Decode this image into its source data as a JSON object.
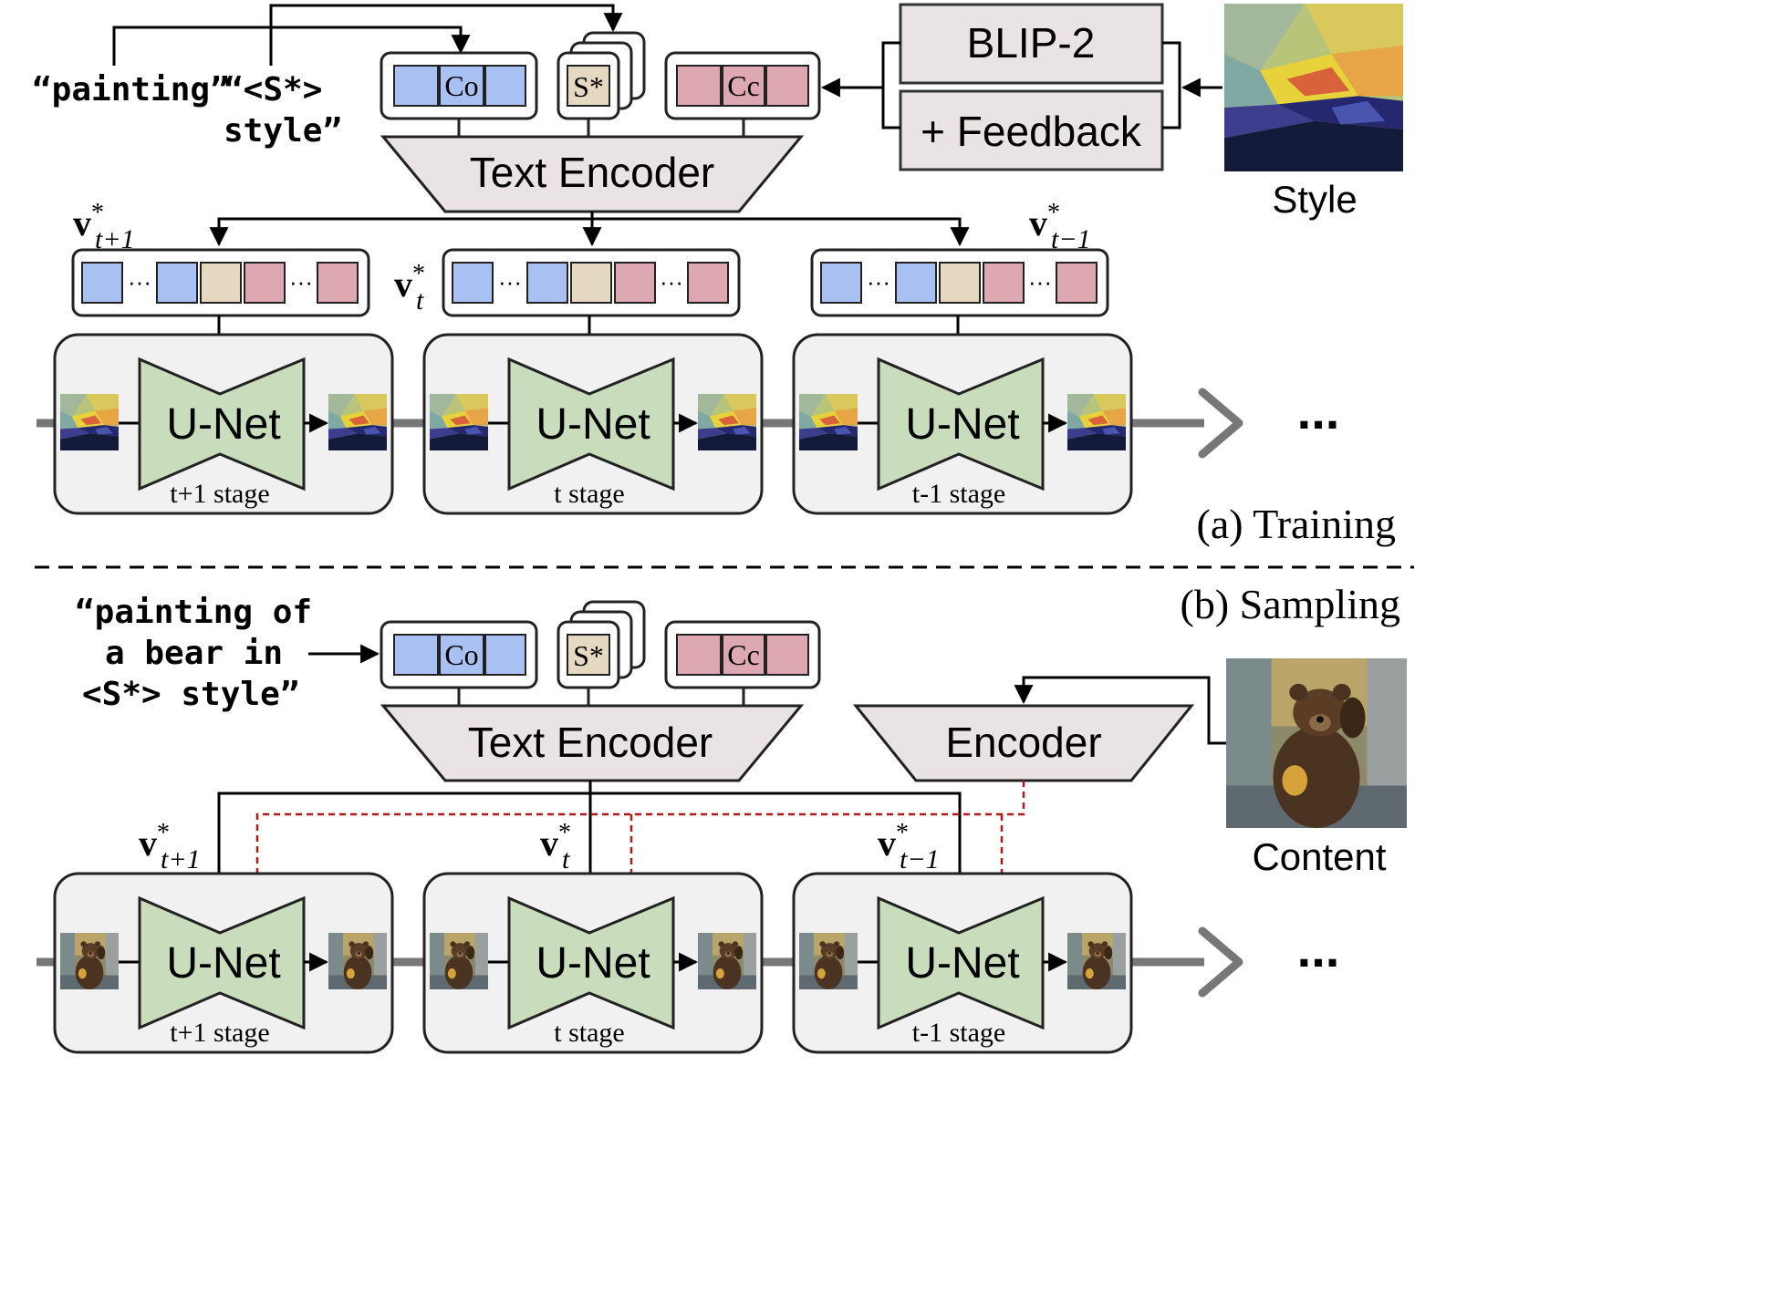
{
  "colors": {
    "blue": "#a8c1f2",
    "beige": "#e6d9c1",
    "pink": "#dea8b2",
    "unet": "#c9dcbb",
    "encoder": "#e9e3e3",
    "panel": "#f1f1f1",
    "dash_red": "#b0181a",
    "flow": "#777777"
  },
  "training": {
    "label": "(a) Training",
    "prompt_object": "“painting”",
    "prompt_style_line1": "“<S*>",
    "prompt_style_line2": "style”",
    "token_co": "Co",
    "token_s": "S*",
    "token_cc": "Cc",
    "text_encoder": "Text Encoder",
    "blip": "BLIP-2",
    "feedback": "+ Feedback",
    "style_caption": "Style",
    "v_next": "v*t+1",
    "v_cur": "v*t",
    "v_prev": "v*t−1",
    "unet": "U-Net",
    "stage_next": "t+1 stage",
    "stage_cur": "t  stage",
    "stage_prev": "t-1 stage",
    "dots": "···",
    "ellipsis": "..."
  },
  "sampling": {
    "label": "(b) Sampling",
    "prompt_line1": "“painting of",
    "prompt_line2": "a bear in",
    "prompt_line3": "<S*> style”",
    "token_co": "Co",
    "token_s": "S*",
    "token_cc": "Cc",
    "text_encoder": "Text Encoder",
    "encoder": "Encoder",
    "content_caption": "Content",
    "v_next": "v*t+1",
    "v_cur": "v*t",
    "v_prev": "v*t−1",
    "unet": "U-Net",
    "stage_next": "t+1 stage",
    "stage_cur": "t  stage",
    "stage_prev": "t-1 stage",
    "ellipsis": "..."
  }
}
